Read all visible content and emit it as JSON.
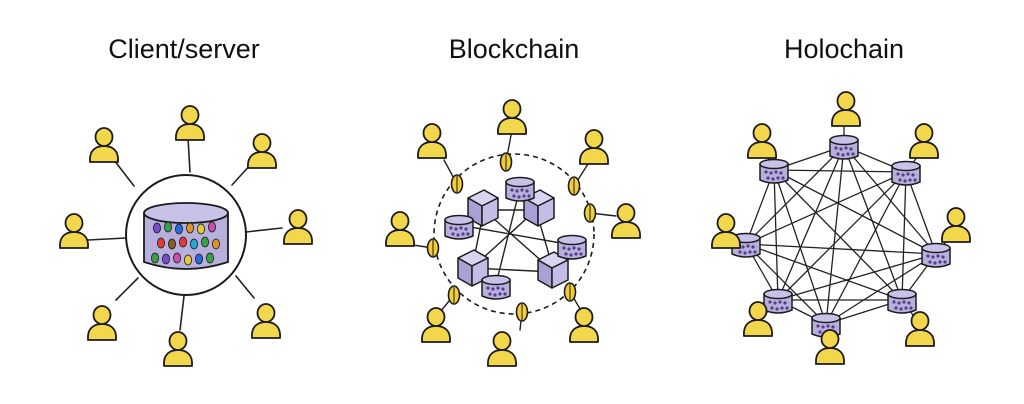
{
  "colors": {
    "person": "#f2d64b",
    "node": "#b7b0dc",
    "token": "#f0cd3a",
    "outline": "#1c1c1c",
    "line": "#222222",
    "background": "#ffffff"
  },
  "panels": [
    {
      "title": "Client/server"
    },
    {
      "title": "Blockchain"
    },
    {
      "title": "Holochain"
    }
  ]
}
